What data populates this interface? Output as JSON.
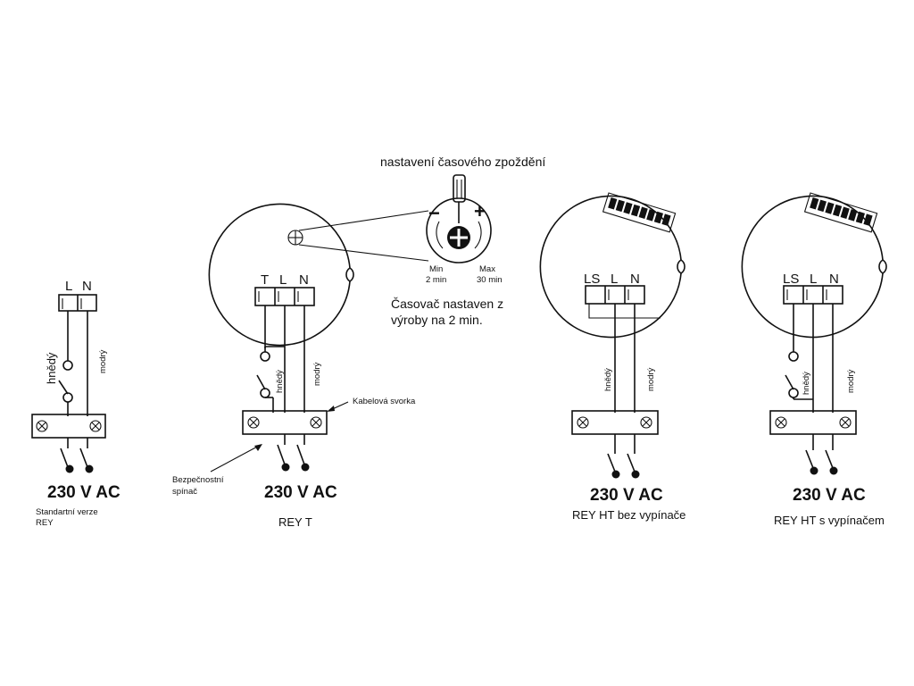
{
  "timer_setting_title": "nastavení časového zpoždění",
  "timer_dial": {
    "minus": "−",
    "plus": "+",
    "min_label": "Min",
    "min_value": "2 min",
    "max_label": "Max",
    "max_value": "30 min"
  },
  "timer_note_line1": "Časovač nastaven z",
  "timer_note_line2": "výroby na 2 min.",
  "cable_clamp_label": "Kabelová svorka",
  "safety_switch_line1": "Bezpečnostní",
  "safety_switch_line2": "spínač",
  "wire_brown": "hnědý",
  "wire_blue": "modrý",
  "voltage": "230 V AC",
  "terminals": {
    "L": "L",
    "N": "N",
    "T": "T",
    "LS": "LS"
  },
  "variants": {
    "rey_line1": "Standartní verze",
    "rey_line2": "REY",
    "rey_t": "REY T",
    "rey_ht_without": "REY HT  bez vypínače",
    "rey_ht_with": "REY HT s vypínačem"
  }
}
